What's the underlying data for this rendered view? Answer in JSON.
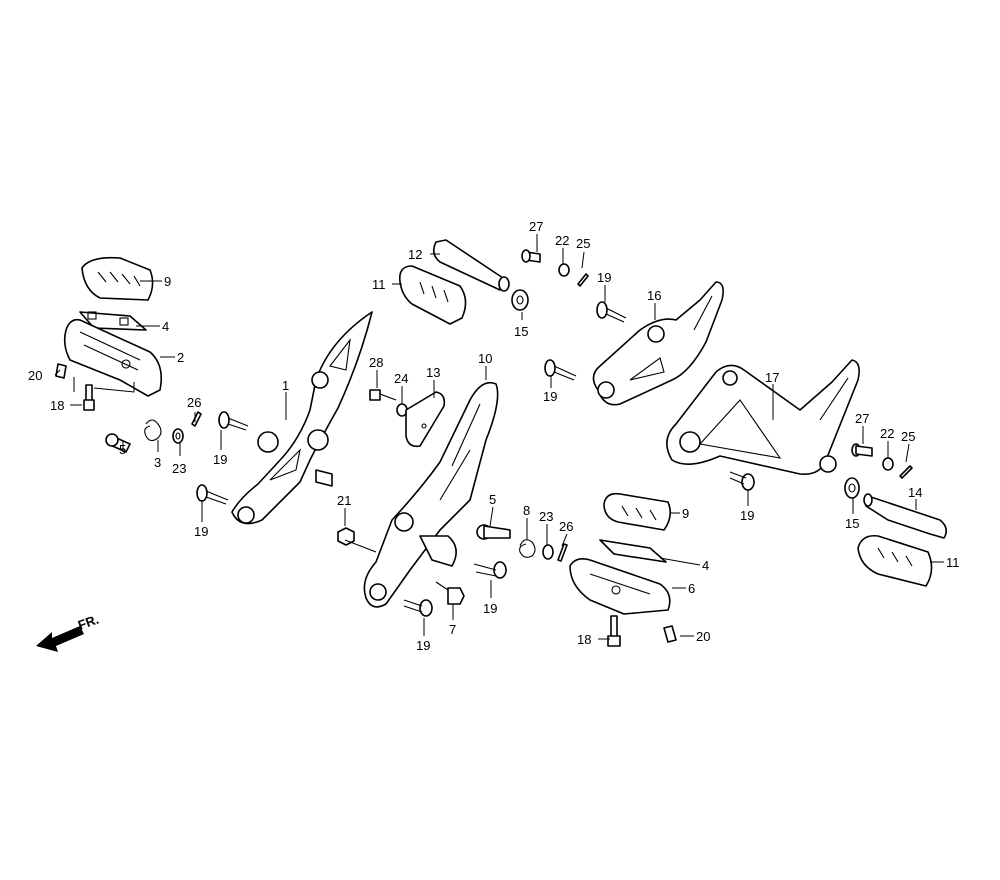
{
  "diagram": {
    "type": "exploded-parts-diagram",
    "direction_label": "FR.",
    "labels": [
      "9",
      "4",
      "2",
      "20",
      "18",
      "5",
      "3",
      "23",
      "26",
      "1",
      "19",
      "19",
      "12",
      "11",
      "27",
      "22",
      "25",
      "15",
      "19",
      "16",
      "28",
      "24",
      "13",
      "10",
      "19",
      "17",
      "27",
      "22",
      "25",
      "14",
      "15",
      "19",
      "9",
      "4",
      "6",
      "11",
      "20",
      "18",
      "21",
      "5",
      "8",
      "23",
      "26",
      "19",
      "7",
      "19"
    ]
  }
}
